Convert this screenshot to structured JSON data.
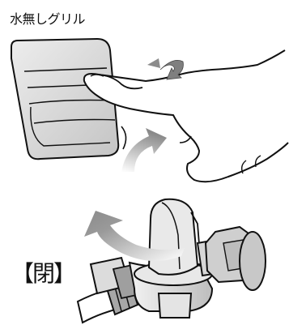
{
  "labels": {
    "grill": "水無しグリル",
    "close": "【閉】"
  },
  "colors": {
    "outline": "#111111",
    "fill_light": "#e2e2e2",
    "fill_mid": "#c8c8c8",
    "fill_dark": "#9a9a9a",
    "arrow_gray": "#8f8f8f",
    "arrow_light": "#dedede"
  },
  "icons": {
    "grill_knob": "knob-illustration",
    "hand": "hand-pushing-illustration",
    "gas_cock": "gas-valve-illustration"
  }
}
